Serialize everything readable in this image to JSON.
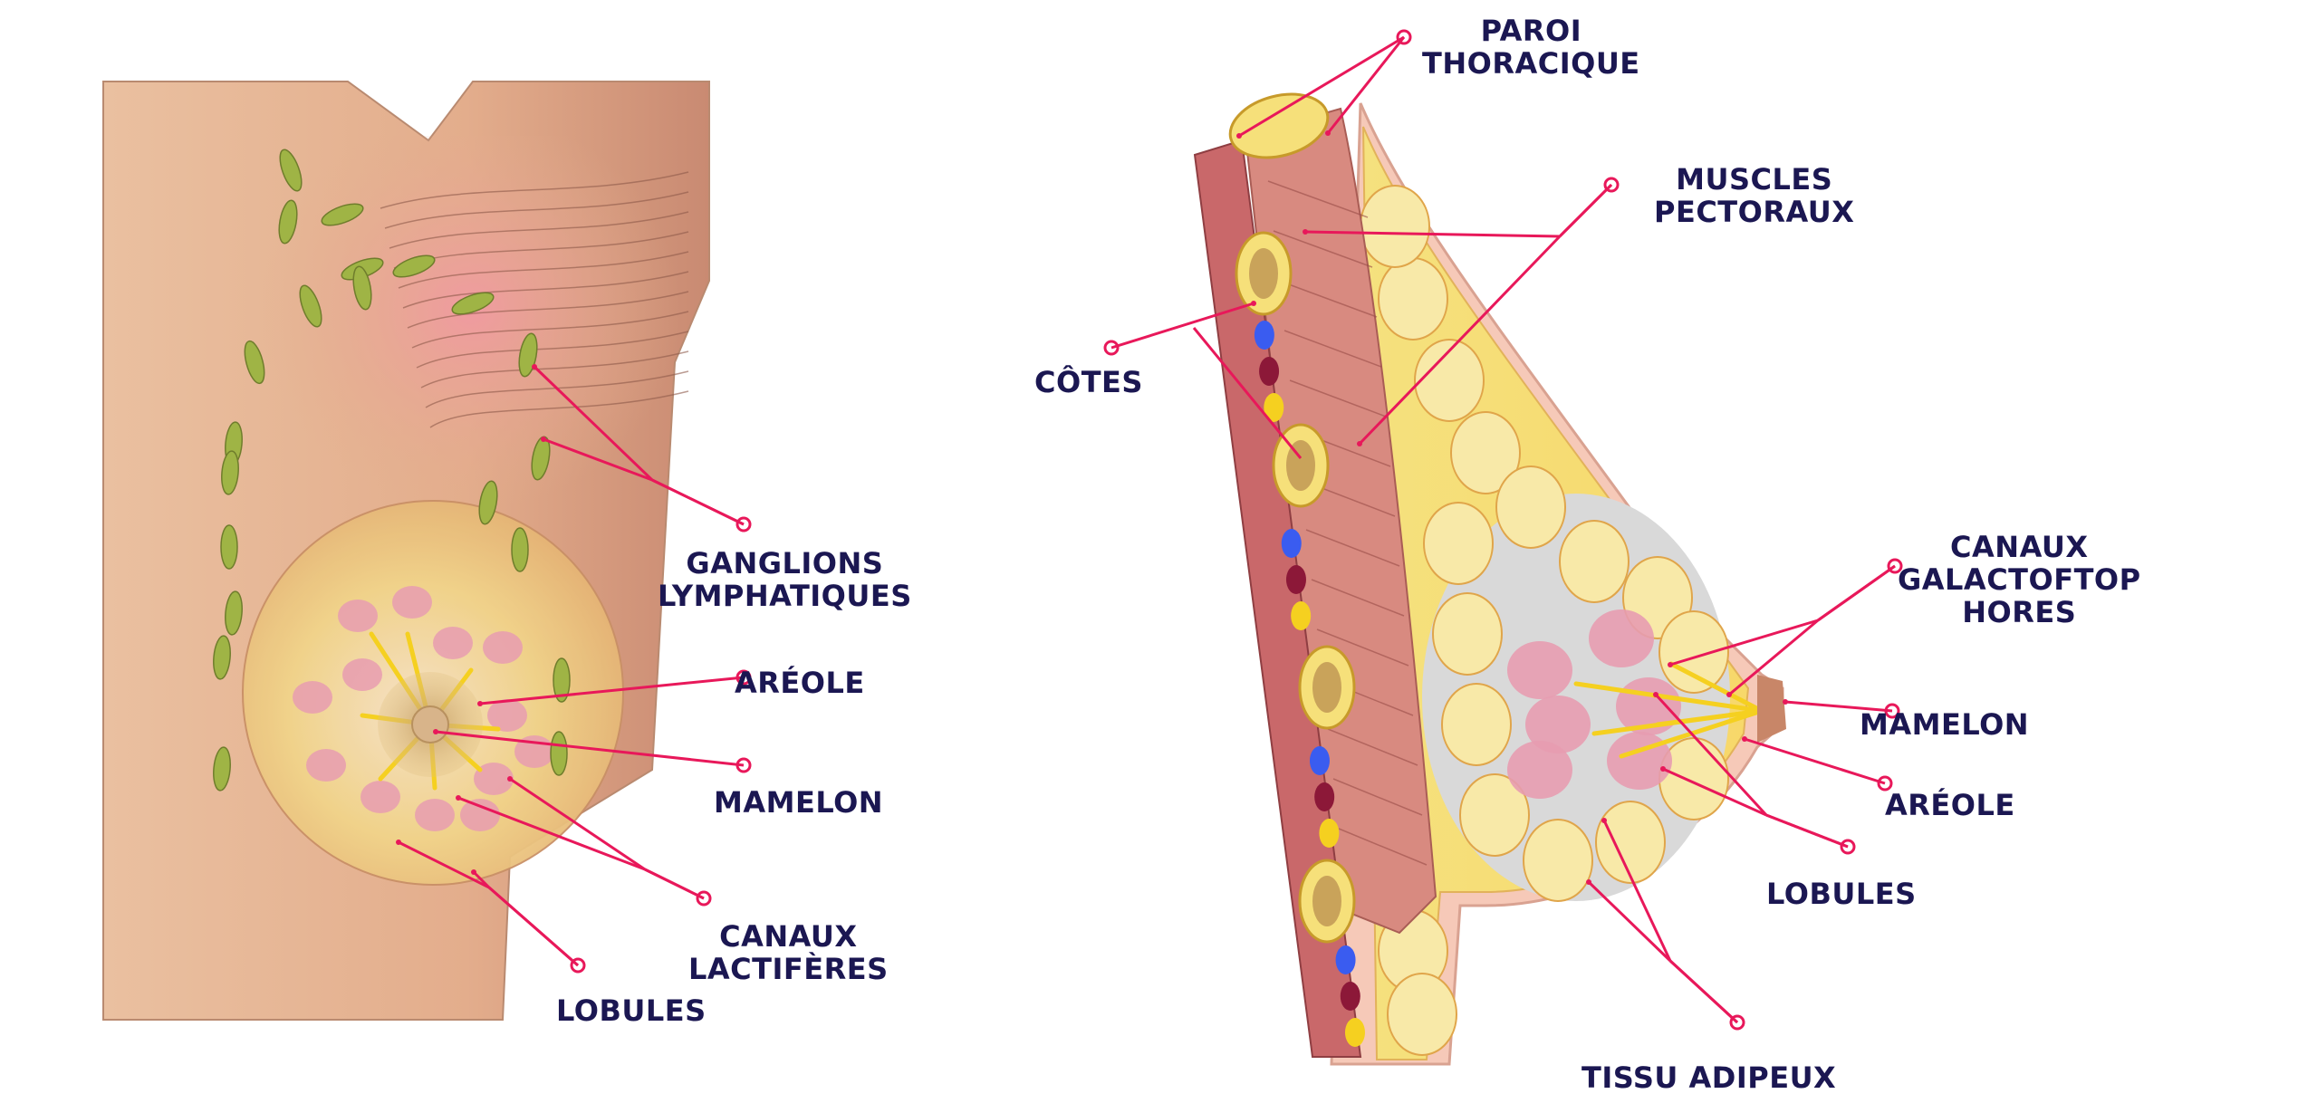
{
  "colors": {
    "label": "#1b1752",
    "callout": "#e8185a",
    "skin": "#e6b393",
    "fat": "#f3d77a",
    "lymph": "#9fb445",
    "lobule": "#e79cb0"
  },
  "front_view": {
    "ganglions": [
      "GANGLIONS",
      "LYMPHATIQUES"
    ],
    "areole": "ARÉOLE",
    "mamelon": "MAMELON",
    "canaux": [
      "CANAUX",
      "LACTIFÈRES"
    ],
    "lobules": "LOBULES"
  },
  "section_view": {
    "paroi": [
      "PAROI",
      "THORACIQUE"
    ],
    "muscles": [
      "MUSCLES",
      "PECTORAUX"
    ],
    "cotes": "CÔTES",
    "canaux": [
      "CANAUX",
      "GALACTOFTOP",
      "HORES"
    ],
    "mamelon": "MAMELON",
    "areole": "ARÉOLE",
    "lobules": "LOBULES",
    "tissu": "TISSU ADIPEUX"
  }
}
